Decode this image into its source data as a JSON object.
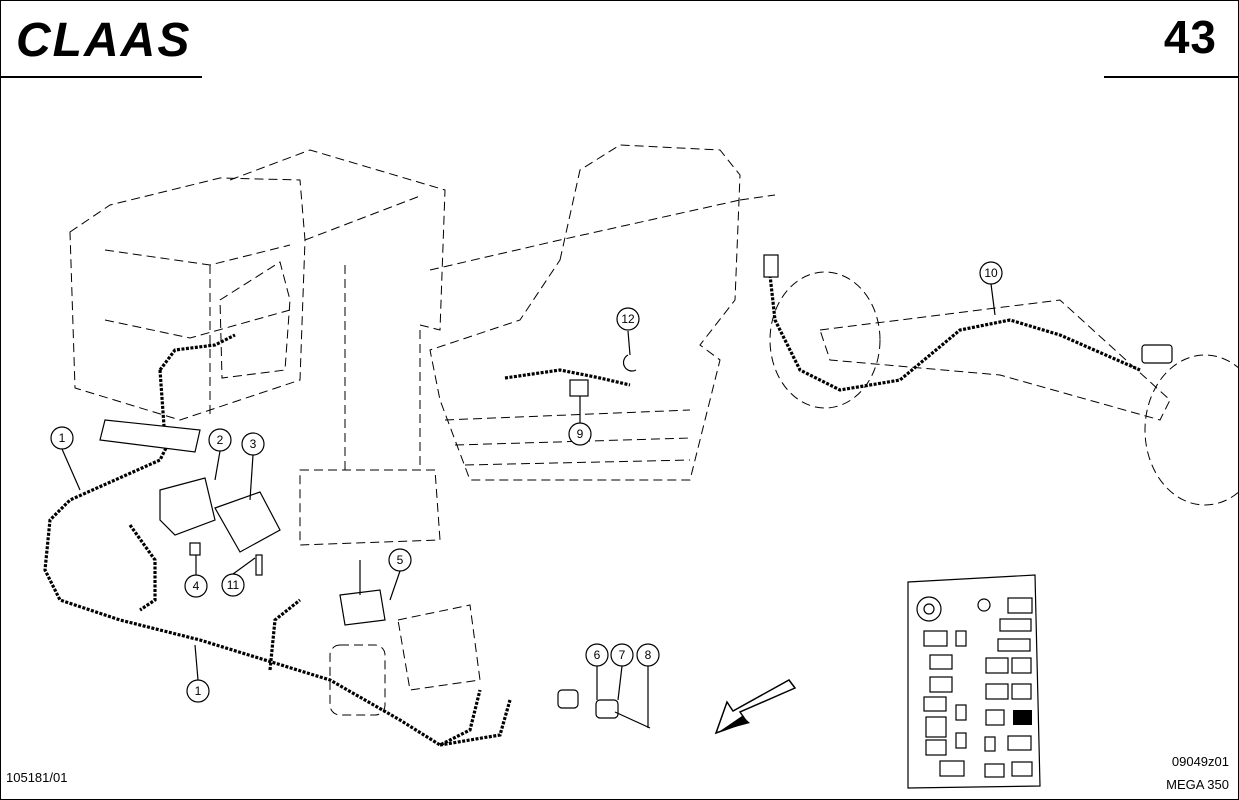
{
  "header": {
    "brand": "CLAAS",
    "page_number": "43"
  },
  "footer": {
    "document_id": "105181/01",
    "drawing_code": "09049z01",
    "model": "MEGA 350"
  },
  "callouts": [
    {
      "id": "c1a",
      "label": "1"
    },
    {
      "id": "c1b",
      "label": "1"
    },
    {
      "id": "c2",
      "label": "2"
    },
    {
      "id": "c3",
      "label": "3"
    },
    {
      "id": "c4",
      "label": "4"
    },
    {
      "id": "c5",
      "label": "5"
    },
    {
      "id": "c6",
      "label": "6"
    },
    {
      "id": "c7",
      "label": "7"
    },
    {
      "id": "c8",
      "label": "8"
    },
    {
      "id": "c9",
      "label": "9"
    },
    {
      "id": "c10",
      "label": "10"
    },
    {
      "id": "c11",
      "label": "11"
    },
    {
      "id": "c12",
      "label": "12"
    }
  ]
}
